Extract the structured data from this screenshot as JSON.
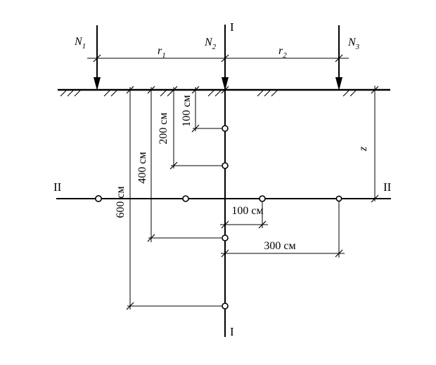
{
  "section_labels": {
    "vertical_top": "I",
    "vertical_bottom": "I",
    "horizontal_left": "II",
    "horizontal_right": "II"
  },
  "forces": {
    "n1": {
      "base": "N",
      "sub": "1"
    },
    "n2": {
      "base": "N",
      "sub": "2"
    },
    "n3": {
      "base": "N",
      "sub": "3"
    }
  },
  "spacings": {
    "r1": {
      "base": "r",
      "sub": "1"
    },
    "r2": {
      "base": "r",
      "sub": "2"
    }
  },
  "depth_label": "z",
  "dimensions": {
    "d100_vertical": "100 см",
    "d200_vertical": "200 см",
    "d400_vertical": "400 см",
    "d600_vertical": "600 см",
    "d100_horizontal": "100 см",
    "d300_horizontal": "300 см"
  }
}
